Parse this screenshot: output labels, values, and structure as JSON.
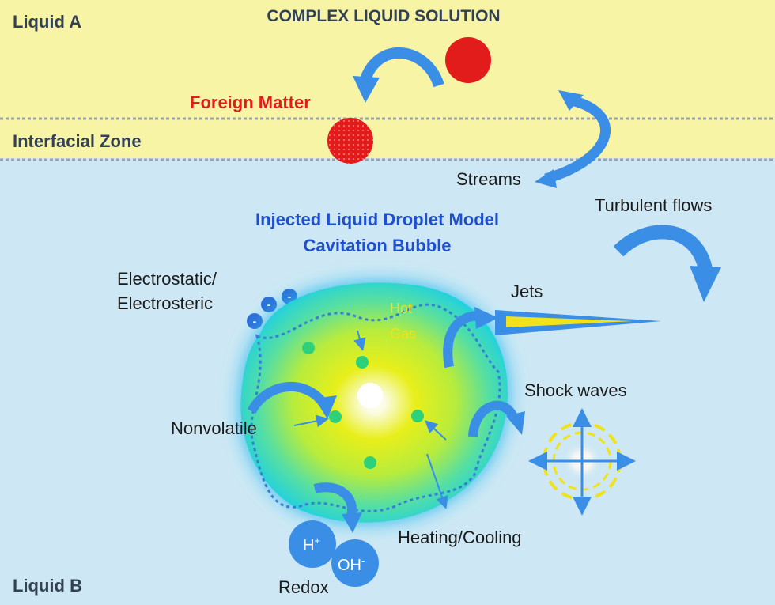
{
  "zones": {
    "liquid_a": "Liquid A",
    "interfacial": "Interfacial Zone",
    "liquid_b": "Liquid B"
  },
  "title": "COMPLEX LIQUID SOLUTION",
  "foreign_matter": "Foreign Matter",
  "streams": "Streams",
  "turbulent_flows": "Turbulent flows",
  "model": {
    "line1": "Injected Liquid Droplet Model",
    "line2": "Cavitation Bubble"
  },
  "electro": {
    "line1": "Electrostatic/",
    "line2": "Electrosteric"
  },
  "hot_gas": {
    "line1": "Hot",
    "line2": "Gas"
  },
  "jets": "Jets",
  "shock_waves": "Shock waves",
  "nonvolatile": "Nonvolatile",
  "heating_cooling": "Heating/Cooling",
  "redox": "Redox",
  "ions": {
    "h": "H",
    "h_charge": "+",
    "oh": "OH",
    "oh_charge": "-"
  },
  "charge_symbol": "-",
  "colors": {
    "liquid_a": "#f8f4a6",
    "liquid_b": "#cde8f4",
    "foreign_matter": "#e21b1b",
    "model_text": "#1f4fd1",
    "arrow": "#3a8ee6",
    "hot_gas": "#f1e21a"
  }
}
